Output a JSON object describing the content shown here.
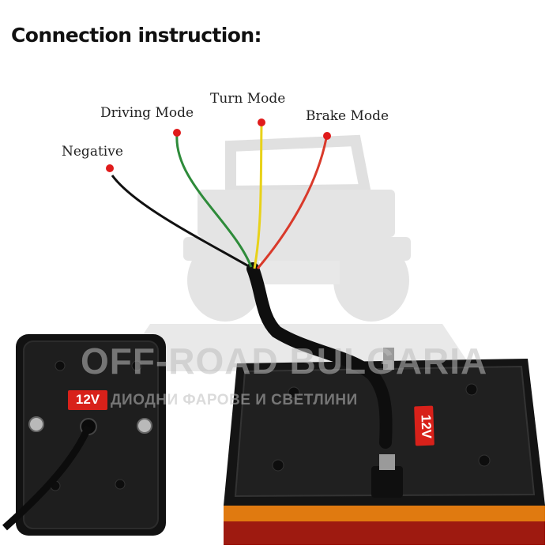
{
  "heading": "Connection instruction:",
  "wires": {
    "negative": {
      "label": "Negative",
      "color": "#111111"
    },
    "driving": {
      "label": "Driving Mode",
      "color": "#2e8b3a"
    },
    "turn": {
      "label": "Turn Mode",
      "color": "#e8d21a"
    },
    "brake": {
      "label": "Brake Mode",
      "color": "#d93a2b"
    }
  },
  "marker_color": "#e01b1b",
  "voltage_label": "12V",
  "watermark": {
    "title": "OFF-ROAD BULGARIA",
    "subtitle": "ДИОДНИ ФАРОВЕ И СВЕТЛИНИ"
  },
  "colors": {
    "housing": "#1b1b1b",
    "lens_amber": "#e07a10",
    "lens_red": "#9e1a10",
    "watermark_gray": "#bdbdbd"
  }
}
